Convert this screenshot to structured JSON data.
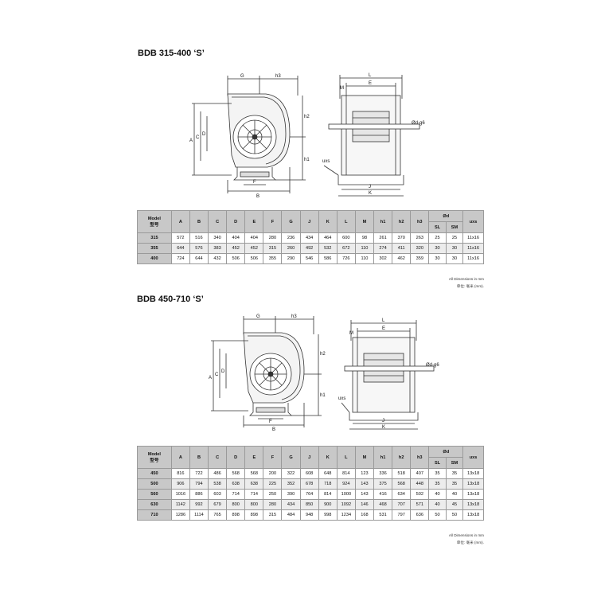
{
  "section1": {
    "title": "BDB 315-400 ‘S’",
    "header": {
      "model": "Model",
      "model_cn": "型号",
      "cols": [
        "A",
        "B",
        "C",
        "D",
        "E",
        "F",
        "G",
        "J",
        "K",
        "L",
        "M",
        "h1",
        "h2",
        "h3"
      ],
      "shaft": "Ød",
      "sl": "SL",
      "sm": "SM",
      "uxs": "uxs"
    },
    "rows": [
      {
        "model": "315",
        "vals": [
          "572",
          "516",
          "340",
          "404",
          "404",
          "280",
          "236",
          "434",
          "464",
          "600",
          "98",
          "261",
          "370",
          "263",
          "25",
          "25",
          "11x16"
        ]
      },
      {
        "model": "355",
        "vals": [
          "644",
          "576",
          "383",
          "452",
          "452",
          "315",
          "260",
          "492",
          "532",
          "672",
          "110",
          "274",
          "411",
          "320",
          "30",
          "30",
          "11x16"
        ]
      },
      {
        "model": "400",
        "vals": [
          "724",
          "644",
          "432",
          "506",
          "506",
          "355",
          "290",
          "546",
          "586",
          "726",
          "110",
          "302",
          "462",
          "359",
          "30",
          "30",
          "11x16"
        ]
      }
    ],
    "note_en": "All Dimensions in mm",
    "note_cn": "单位: 毫米 (mm)."
  },
  "section2": {
    "title": "BDB 450-710 ‘S’",
    "header": {
      "model": "Model",
      "model_cn": "型号",
      "cols": [
        "A",
        "B",
        "C",
        "D",
        "E",
        "F",
        "G",
        "J",
        "K",
        "L",
        "M",
        "h1",
        "h2",
        "h3"
      ],
      "shaft": "Ød",
      "sl": "SL",
      "sm": "SM",
      "uxs": "uxs"
    },
    "rows": [
      {
        "model": "450",
        "vals": [
          "816",
          "722",
          "486",
          "568",
          "568",
          "200",
          "322",
          "608",
          "648",
          "814",
          "123",
          "336",
          "518",
          "407",
          "35",
          "35",
          "13x18"
        ]
      },
      {
        "model": "500",
        "vals": [
          "906",
          "794",
          "538",
          "638",
          "638",
          "225",
          "352",
          "678",
          "718",
          "924",
          "143",
          "375",
          "568",
          "448",
          "35",
          "35",
          "13x18"
        ]
      },
      {
        "model": "560",
        "vals": [
          "1016",
          "886",
          "603",
          "714",
          "714",
          "250",
          "390",
          "764",
          "814",
          "1000",
          "143",
          "416",
          "634",
          "502",
          "40",
          "40",
          "13x18"
        ]
      },
      {
        "model": "630",
        "vals": [
          "1142",
          "992",
          "679",
          "800",
          "800",
          "280",
          "434",
          "850",
          "900",
          "1092",
          "146",
          "468",
          "707",
          "571",
          "40",
          "45",
          "13x18"
        ]
      },
      {
        "model": "710",
        "vals": [
          "1286",
          "1114",
          "765",
          "898",
          "898",
          "315",
          "484",
          "948",
          "998",
          "1234",
          "168",
          "531",
          "797",
          "636",
          "50",
          "50",
          "13x18"
        ]
      }
    ],
    "note_en": "All Dimensions in mm",
    "note_cn": "单位: 毫米 (mm)."
  },
  "labels": {
    "G": "G",
    "h3": "h3",
    "A": "A",
    "C": "C",
    "D": "D",
    "h2": "h2",
    "h1": "h1",
    "F": "F",
    "B": "B",
    "L": "L",
    "E": "E",
    "M": "M",
    "J": "J",
    "K": "K",
    "shaft": "Ød-g6",
    "uxs": "uxs"
  }
}
